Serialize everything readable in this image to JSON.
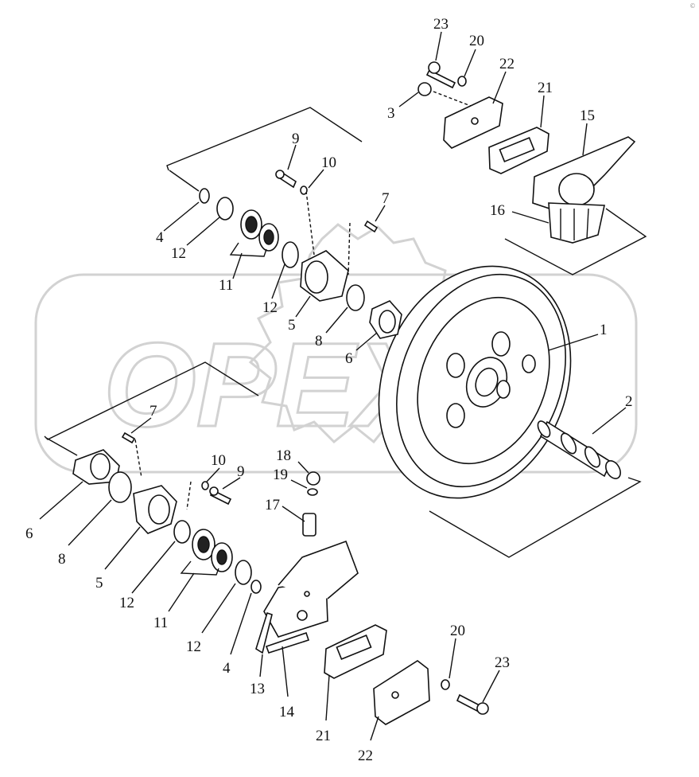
{
  "watermark": {
    "text": "OPEX"
  },
  "corner_mark": "©",
  "callouts": [
    {
      "id": "c23a",
      "text": "23"
    },
    {
      "id": "c20a",
      "text": "20"
    },
    {
      "id": "c22a",
      "text": "22"
    },
    {
      "id": "c3",
      "text": "3"
    },
    {
      "id": "c21a",
      "text": "21"
    },
    {
      "id": "c15",
      "text": "15"
    },
    {
      "id": "c16",
      "text": "16"
    },
    {
      "id": "c9a",
      "text": "9"
    },
    {
      "id": "c10a",
      "text": "10"
    },
    {
      "id": "c7a",
      "text": "7"
    },
    {
      "id": "c4a",
      "text": "4"
    },
    {
      "id": "c12a",
      "text": "12"
    },
    {
      "id": "c11a",
      "text": "11"
    },
    {
      "id": "c12b",
      "text": "12"
    },
    {
      "id": "c5a",
      "text": "5"
    },
    {
      "id": "c8a",
      "text": "8"
    },
    {
      "id": "c6a",
      "text": "6"
    },
    {
      "id": "c1",
      "text": "1"
    },
    {
      "id": "c2",
      "text": "2"
    },
    {
      "id": "c7b",
      "text": "7"
    },
    {
      "id": "c10b",
      "text": "10"
    },
    {
      "id": "c9b",
      "text": "9"
    },
    {
      "id": "c18",
      "text": "18"
    },
    {
      "id": "c19",
      "text": "19"
    },
    {
      "id": "c17",
      "text": "17"
    },
    {
      "id": "c6b",
      "text": "6"
    },
    {
      "id": "c8b",
      "text": "8"
    },
    {
      "id": "c5b",
      "text": "5"
    },
    {
      "id": "c12c",
      "text": "12"
    },
    {
      "id": "c11b",
      "text": "11"
    },
    {
      "id": "c12d",
      "text": "12"
    },
    {
      "id": "c4b",
      "text": "4"
    },
    {
      "id": "c13",
      "text": "13"
    },
    {
      "id": "c14",
      "text": "14"
    },
    {
      "id": "c21b",
      "text": "21"
    },
    {
      "id": "c22b",
      "text": "22"
    },
    {
      "id": "c20b",
      "text": "20"
    },
    {
      "id": "c23b",
      "text": "23"
    }
  ]
}
